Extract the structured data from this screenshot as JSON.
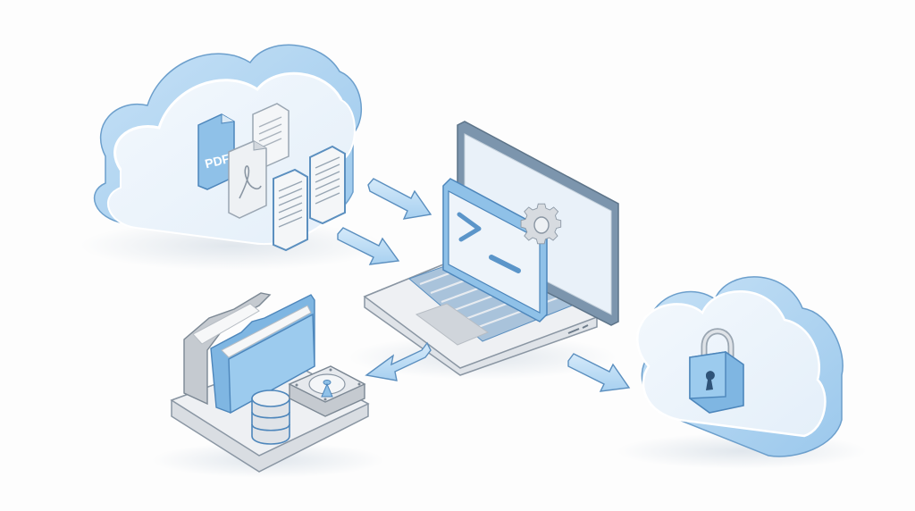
{
  "diagram": {
    "type": "isometric-data-flow-illustration",
    "nodes": [
      {
        "id": "source-cloud",
        "label": "Cloud document storage",
        "contents": [
          "pdf-file",
          "text-document",
          "acrobat-pdf-document",
          "text-document",
          "text-document"
        ]
      },
      {
        "id": "laptop",
        "label": "Laptop running command-line automation",
        "contents": [
          "terminal-window",
          "gear"
        ]
      },
      {
        "id": "local-storage",
        "label": "Local storage platform",
        "contents": [
          "gray-folder",
          "blue-folder",
          "database-cylinder",
          "hard-drive"
        ]
      },
      {
        "id": "secure-cloud",
        "label": "Secure cloud",
        "contents": [
          "padlock"
        ]
      }
    ],
    "edges": [
      {
        "from": "source-cloud",
        "to": "laptop",
        "count": 2
      },
      {
        "from": "laptop",
        "to": "local-storage",
        "count": 1
      },
      {
        "from": "laptop",
        "to": "secure-cloud",
        "count": 1
      }
    ]
  },
  "labels": {
    "pdf_badge": "PDF",
    "terminal_prompt": ">",
    "terminal_cursor": "_"
  },
  "colors": {
    "background": "#fdfdfd",
    "cloud_face": "#eaf3fb",
    "cloud_side": "#a9d0ef",
    "outline": "#5b8fbf",
    "accent_blue": "#8fc1e8",
    "dark_blue": "#4d86bb",
    "gray_light": "#e3e6ea",
    "gray_mid": "#b7bdc4",
    "white": "#ffffff"
  }
}
